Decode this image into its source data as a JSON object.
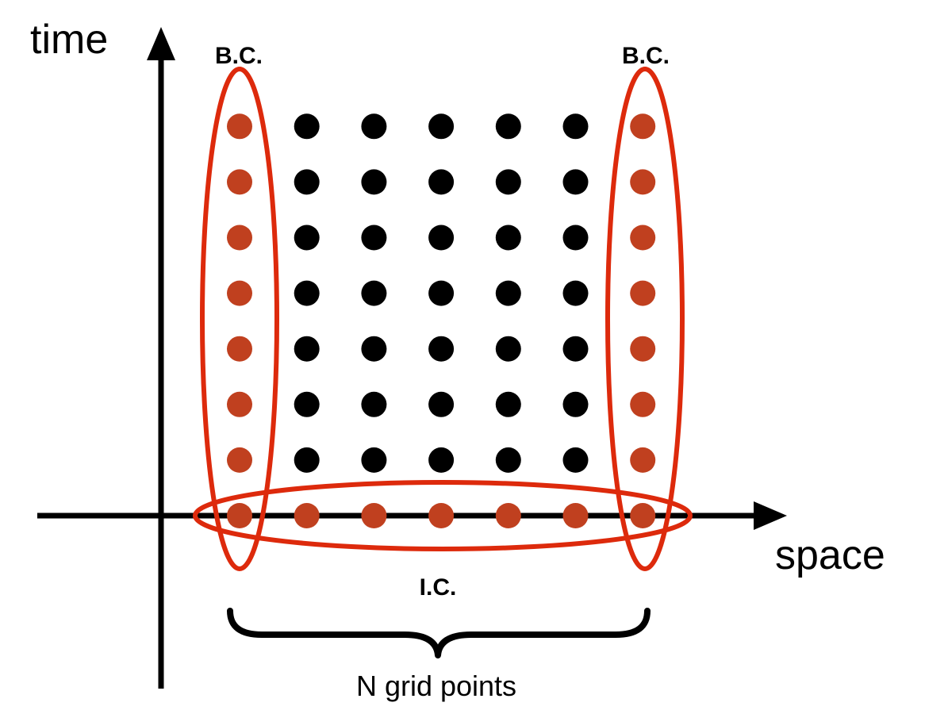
{
  "axes": {
    "y_label": "time",
    "x_label": "space"
  },
  "labels": {
    "bc_left": "B.C.",
    "bc_right": "B.C.",
    "ic": "I.C.",
    "brace": "N grid points"
  },
  "grid": {
    "columns": 7,
    "rows": 8,
    "boundary_columns": [
      0,
      6
    ],
    "initial_row": 0
  },
  "colors": {
    "axis": "#000000",
    "interior_point": "#000000",
    "boundary_point": "#c0401f",
    "highlight_ellipse": "#dd2a0c"
  }
}
